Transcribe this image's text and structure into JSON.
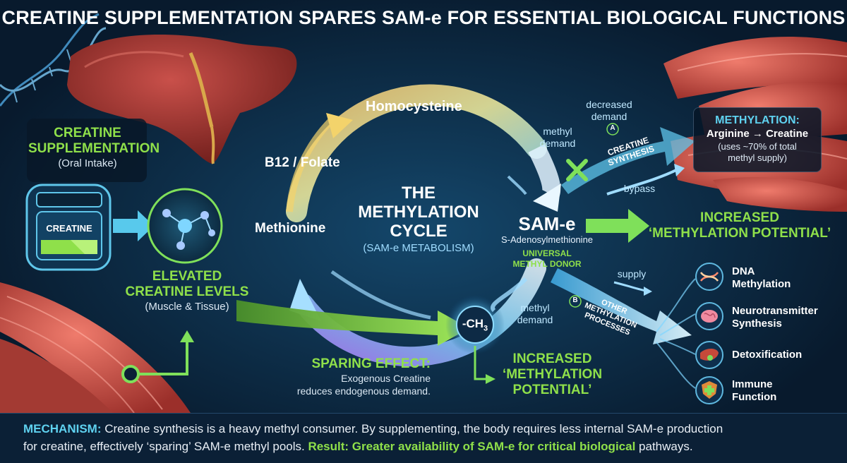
{
  "title": "CREATINE SUPPLEMENTATION SPARES SAM-e FOR ESSENTIAL BIOLOGICAL FUNCTIONS",
  "supplement": {
    "heading_line1": "CREATINE",
    "heading_line2": "SUPPLEMENTATION",
    "sub": "(Oral Intake)",
    "jar_label": "CREATINE"
  },
  "elevated": {
    "line1": "ELEVATED",
    "line2": "CREATINE LEVELS",
    "sub": "(Muscle & Tissue)"
  },
  "cycle": {
    "title_line1": "THE",
    "title_line2": "METHYLATION",
    "title_line3": "CYCLE",
    "sub": "(SAM-e METABOLISM)",
    "homocysteine": "Homocysteine",
    "b12": "B12 / Folate",
    "methionine": "Methionine",
    "same": "SAM-e",
    "same_full": "S-Adenosylmethionine",
    "universal_line1": "UNIVERSAL",
    "universal_line2": "METHYL DONOR",
    "ch3": "-CH",
    "ch3_sub": "3"
  },
  "labels": {
    "decreased_demand_line1": "decreased",
    "decreased_demand_line2": "demand",
    "marker_a": "A",
    "methyl_demand_top_line1": "methyl",
    "methyl_demand_top_line2": "demand",
    "creatine_synthesis_line1": "CREATINE",
    "creatine_synthesis_line2": "SYNTHESIS",
    "bypass": "bypass",
    "supply": "supply",
    "marker_b": "B",
    "other_line1": "OTHER",
    "other_line2": "METHYLATION",
    "other_line3": "PROCESSES",
    "methyl_demand_bottom_line1": "methyl",
    "methyl_demand_bottom_line2": "demand"
  },
  "methylation_box": {
    "heading": "METHYLATION:",
    "reaction_from": "Arginine",
    "reaction_to": "Creatine",
    "note_line1": "(uses ~70% of total",
    "note_line2": "methyl supply)"
  },
  "increased_right": {
    "line1": "INCREASED",
    "line2": "‘METHYLATION POTENTIAL’"
  },
  "increased_bottom": {
    "line1": "INCREASED",
    "line2": "‘METHYLATION",
    "line3": "POTENTIAL’"
  },
  "sparing": {
    "heading": "SPARING EFFECT:",
    "line1": "Exogenous Creatine",
    "line2": "reduces endogenous demand."
  },
  "functions": [
    {
      "label_line1": "DNA",
      "label_line2": "Methylation",
      "icon": "dna-icon"
    },
    {
      "label_line1": "Neurotransmitter",
      "label_line2": "Synthesis",
      "icon": "brain-icon"
    },
    {
      "label_line1": "Detoxification",
      "label_line2": "",
      "icon": "liver-icon"
    },
    {
      "label_line1": "Immune",
      "label_line2": "Function",
      "icon": "shield-icon"
    }
  ],
  "mechanism": {
    "label": "MECHANISM:",
    "text1": " Creatine synthesis is a heavy methyl consumer. By supplementing, the body requires less internal SAM-e production",
    "text2": "for creatine, effectively ‘sparing’ SAM-e methyl pools. ",
    "result_label": "Result:",
    "result_text": " Greater availability of SAM-e for critical biological",
    "result_tail": " pathways."
  },
  "colors": {
    "background": "#0a2138",
    "accent_green": "#8fe04a",
    "accent_cyan": "#5fd2f0",
    "muscle_red": "#c9473f",
    "liver_red": "#a8332c"
  }
}
